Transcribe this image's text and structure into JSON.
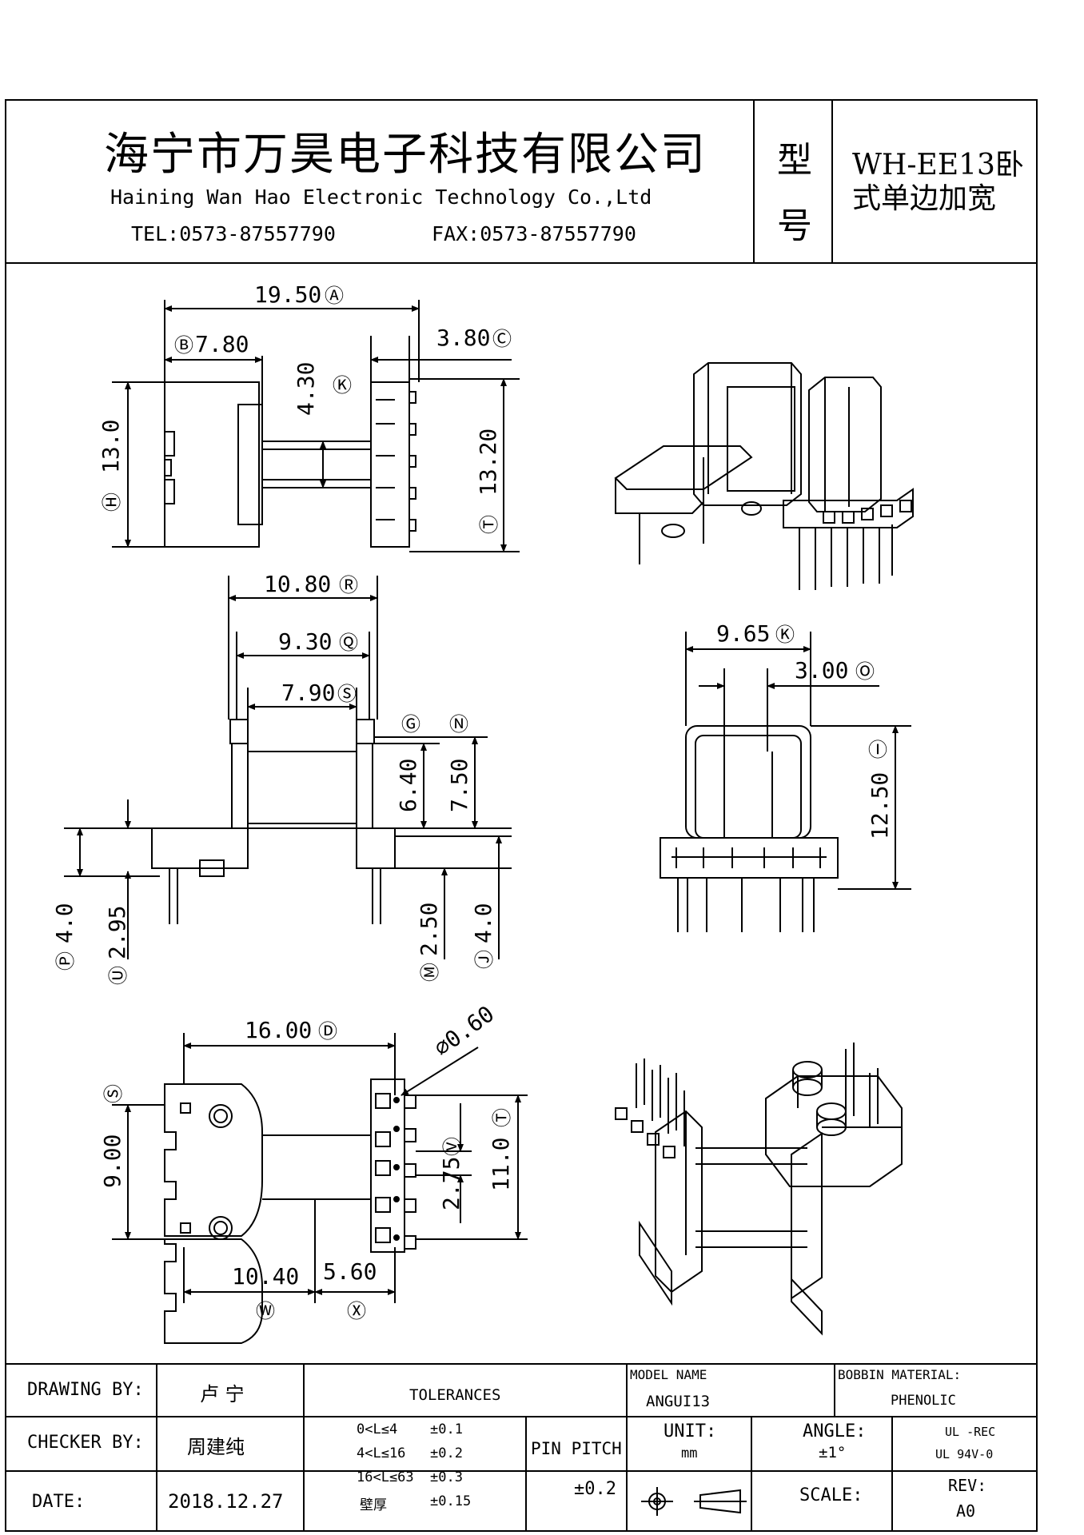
{
  "header": {
    "company_cn": "海宁市万昊电子科技有限公司",
    "company_en": "Haining Wan Hao Electronic Technology Co.,Ltd",
    "tel": "TEL:0573-87557790",
    "fax": "FAX:0573-87557790",
    "type_label_1": "型",
    "type_label_2": "号",
    "model_line_1": "WH-EE13卧",
    "model_line_2": "式单边加宽"
  },
  "dimensions": {
    "A": {
      "value": "19.50",
      "tag": "Ⓐ"
    },
    "B": {
      "value": "7.80",
      "tag": "Ⓑ"
    },
    "C": {
      "value": "3.80",
      "tag": "Ⓒ"
    },
    "K1": {
      "value": "4.30",
      "tag": "Ⓚ"
    },
    "H": {
      "value": "13.0",
      "tag": "Ⓗ"
    },
    "T1": {
      "value": "13.20",
      "tag": "Ⓣ"
    },
    "R": {
      "value": "10.80",
      "tag": "Ⓡ"
    },
    "Q": {
      "value": "9.30",
      "tag": "Ⓠ"
    },
    "S1": {
      "value": "7.90",
      "tag": "Ⓢ"
    },
    "G": {
      "value": "6.40",
      "tag": "Ⓖ"
    },
    "N": {
      "value": "7.50",
      "tag": "Ⓝ"
    },
    "P": {
      "value": "4.0",
      "tag": "Ⓟ"
    },
    "U": {
      "value": "2.95",
      "tag": "Ⓤ"
    },
    "M": {
      "value": "2.50",
      "tag": "Ⓜ"
    },
    "J": {
      "value": "4.0",
      "tag": "Ⓙ"
    },
    "K2": {
      "value": "9.65",
      "tag": "Ⓚ"
    },
    "O": {
      "value": "3.00",
      "tag": "Ⓞ"
    },
    "I": {
      "value": "12.50",
      "tag": "Ⓘ"
    },
    "D": {
      "value": "16.00",
      "tag": "Ⓓ"
    },
    "dia": {
      "value": "⌀0.60"
    },
    "S2": {
      "value": "9.00",
      "tag": "Ⓢ"
    },
    "V": {
      "value": "2.75",
      "tag": "Ⓥ"
    },
    "T2": {
      "value": "11.0",
      "tag": "Ⓣ"
    },
    "W": {
      "value": "10.40",
      "tag": "Ⓦ"
    },
    "X": {
      "value": "5.60",
      "tag": "Ⓧ"
    }
  },
  "title_block": {
    "drawing_by_label": "DRAWING  BY:",
    "drawing_by_value": "卢  宁",
    "checker_by_label": "CHECKER  BY:",
    "checker_by_value": "周建纯",
    "date_label": "DATE:",
    "date_value": "2018.12.27",
    "tolerances_label": "TOLERANCES",
    "tolerance_rows": [
      {
        "range": "0<L≤4",
        "tol": "±0.1"
      },
      {
        "range": "4<L≤16",
        "tol": "±0.2"
      },
      {
        "range": "16<L≤63",
        "tol": "±0.3"
      },
      {
        "range": "壁厚",
        "tol": "±0.15"
      }
    ],
    "pin_pitch_label": "PIN PITCH",
    "pin_pitch_value": "±0.2",
    "model_name_label": "MODEL NAME",
    "model_name_value": "ANGUI13",
    "bobbin_material_label": "BOBBIN MATERIAL:",
    "bobbin_material_value": "PHENOLIC",
    "unit_label": "UNIT:",
    "unit_value": "mm",
    "angle_label": "ANGLE:",
    "angle_value": "±1°",
    "ul_rec": "UL -REC",
    "ul_94": "UL  94V-0",
    "scale_label": "SCALE:",
    "rev_label": "REV:",
    "rev_value": "A0"
  }
}
